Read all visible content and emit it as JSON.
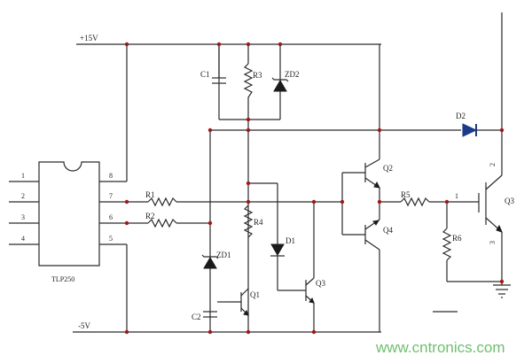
{
  "rails": {
    "pos": "+15V",
    "neg": "-5V"
  },
  "ic": {
    "name": "TLP250",
    "pins_left": [
      "1",
      "2",
      "3",
      "4"
    ],
    "pins_right": [
      "8",
      "7",
      "6",
      "5"
    ]
  },
  "components": {
    "c1": "C1",
    "r3": "R3",
    "zd2": "ZD2",
    "d2": "D2",
    "r1": "R1",
    "r2": "R2",
    "r4": "R4",
    "zd1": "ZD1",
    "d1": "D1",
    "q1": "Q1",
    "q2": "Q2",
    "q3a": "Q3",
    "q4": "Q4",
    "r5": "R5",
    "r6": "R6",
    "q3b": "Q3",
    "c2": "C2"
  },
  "pins": {
    "igbt_gate": "1",
    "igbt_collector": "2",
    "igbt_emitter": "3"
  },
  "watermark": "www.cntronics.com",
  "colors": {
    "wire": "#2a2a2a",
    "junction": "#a01818",
    "diode_d2": "#1a3a8a",
    "watermark": "#6fbf6f"
  }
}
